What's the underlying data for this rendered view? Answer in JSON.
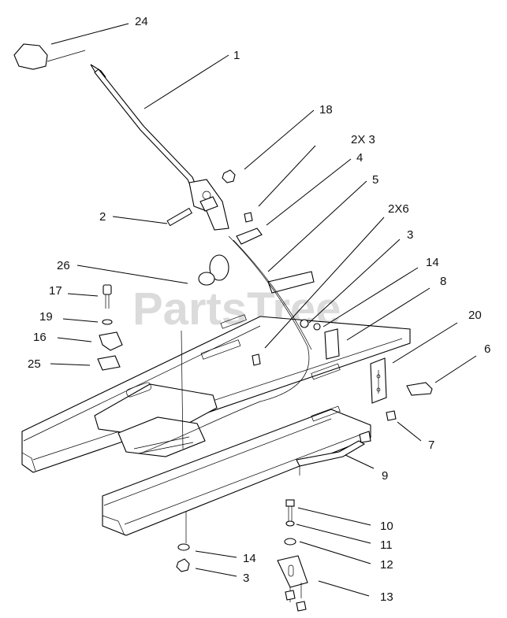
{
  "watermark": "PartsTree",
  "callouts": [
    {
      "id": "24",
      "label": "24"
    },
    {
      "id": "1",
      "label": "1"
    },
    {
      "id": "18",
      "label": "18"
    },
    {
      "id": "2x3",
      "label": "2X 3"
    },
    {
      "id": "4",
      "label": "4"
    },
    {
      "id": "5",
      "label": "5"
    },
    {
      "id": "2",
      "label": "2"
    },
    {
      "id": "2x6",
      "label": "2X6"
    },
    {
      "id": "3a",
      "label": "3"
    },
    {
      "id": "14a",
      "label": "14"
    },
    {
      "id": "26",
      "label": "26"
    },
    {
      "id": "8",
      "label": "8"
    },
    {
      "id": "17",
      "label": "17"
    },
    {
      "id": "20",
      "label": "20"
    },
    {
      "id": "19",
      "label": "19"
    },
    {
      "id": "16",
      "label": "16"
    },
    {
      "id": "6",
      "label": "6"
    },
    {
      "id": "25",
      "label": "25"
    },
    {
      "id": "7",
      "label": "7"
    },
    {
      "id": "9",
      "label": "9"
    },
    {
      "id": "10",
      "label": "10"
    },
    {
      "id": "11",
      "label": "11"
    },
    {
      "id": "14b",
      "label": "14"
    },
    {
      "id": "12",
      "label": "12"
    },
    {
      "id": "3b",
      "label": "3"
    },
    {
      "id": "13",
      "label": "13"
    }
  ]
}
